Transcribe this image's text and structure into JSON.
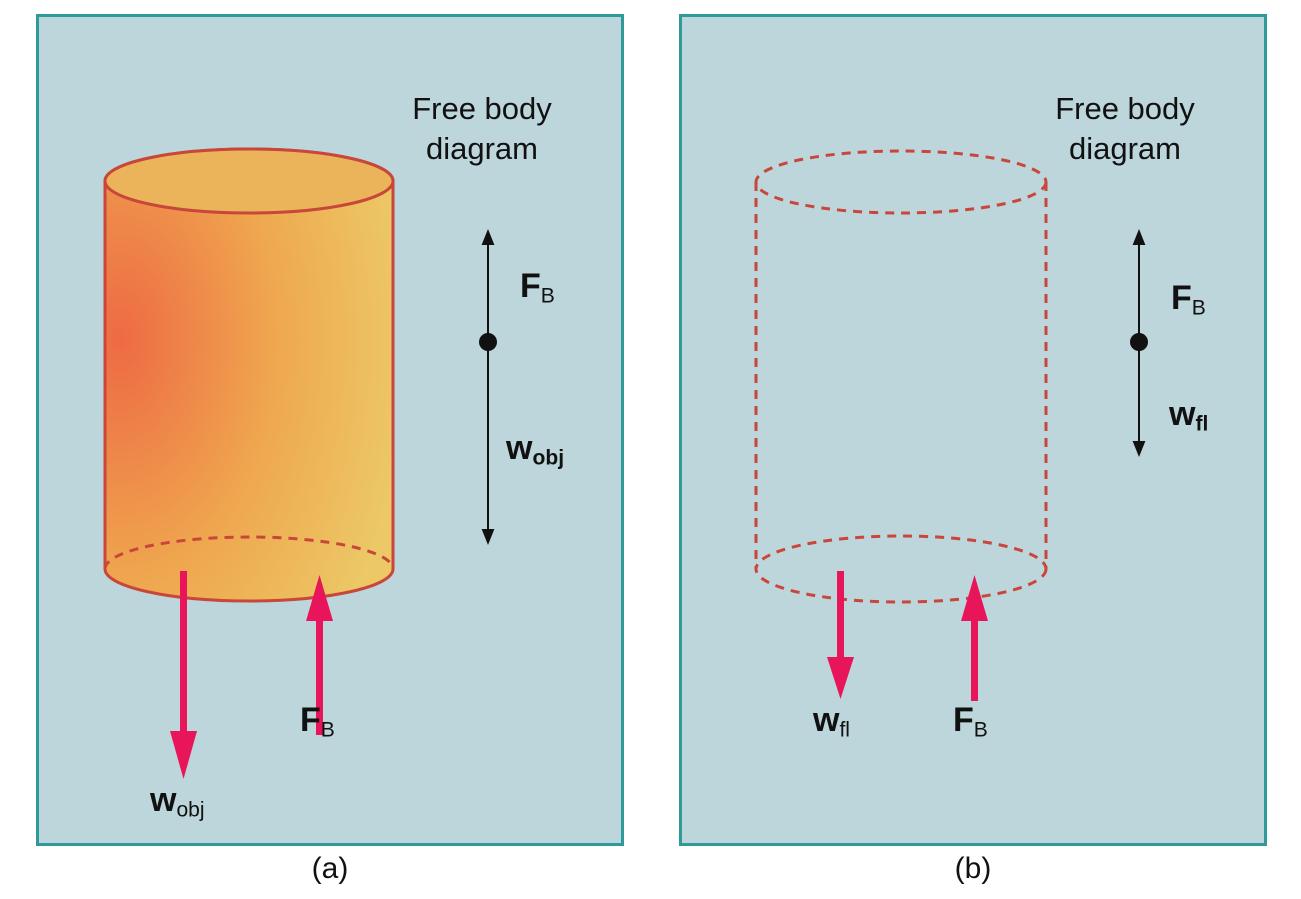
{
  "panels": [
    {
      "caption": "(a)",
      "fbd_title_line1": "Free body",
      "fbd_title_line2": "diagram",
      "fbd_up_label": "F",
      "fbd_up_sub": "B",
      "fbd_down_label": "w",
      "fbd_down_sub": "obj",
      "arrow_down_label": "w",
      "arrow_down_sub": "obj",
      "arrow_up_label": "F",
      "arrow_up_sub": "B"
    },
    {
      "caption": "(b)",
      "fbd_title_line1": "Free body",
      "fbd_title_line2": "diagram",
      "fbd_up_label": "F",
      "fbd_up_sub": "B",
      "fbd_down_label": "w",
      "fbd_down_sub": "fl",
      "arrow_down_label": "w",
      "arrow_down_sub": "fl",
      "arrow_up_label": "F",
      "arrow_up_sub": "B"
    }
  ],
  "colors": {
    "background": "#bdd6db",
    "border": "#2e9a9a",
    "cylinder_outline": "#c8473a",
    "force_arrow": "#e8155a",
    "fbd_arrow": "#111111"
  }
}
